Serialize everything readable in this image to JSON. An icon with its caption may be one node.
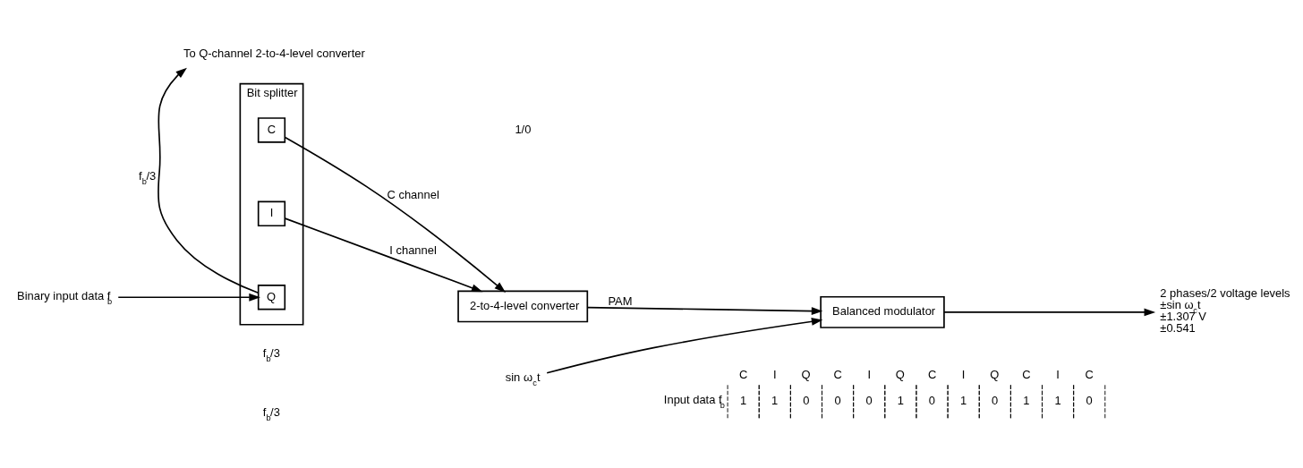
{
  "diagram": {
    "nodes": [
      {
        "text": [
          "Binary input data f$_{b}$"
        ]
      },
      {
        "text": [
          "Bit splitter"
        ]
      },
      {
        "text": [
          "Q"
        ],
        "in": 1
      },
      {
        "text": [
          "I"
        ],
        "in": 1
      },
      {
        "text": [
          "C"
        ],
        "in": 1
      },
      {
        "text": [
          "2-to-4-level converter"
        ]
      },
      {
        "text": [
          "Balanced modulator"
        ]
      },
      {
        "text": [
          "2 phases/2 voltage levels",
          "±sin ω$_{c}$t",
          "±1.307 V",
          "±0.541"
        ]
      },
      {
        "text": [
          "sin ω$_{c}$t"
        ]
      },
      {
        "text": [
          "To Q-channel 2-to-4-level converter"
        ]
      }
    ],
    "edges": [
      {
        "from": 0,
        "to": 2,
        "arrow": "to"
      },
      {
        "from": 3,
        "to": 5,
        "arrow": "to",
        "label": "I channel"
      },
      {
        "from": 4,
        "to": 5,
        "arrow": "to",
        "label": "C channel"
      },
      {
        "from": 5,
        "to": 6,
        "arrow": "to",
        "label": "PAM"
      },
      {
        "from": 6,
        "to": 7,
        "arrow": "to"
      },
      {
        "from": 8,
        "to": 6,
        "arrow": "to"
      },
      {
        "from": 2,
        "to": 9,
        "arrow": "to",
        "label": "f$_{b}$/3"
      }
    ],
    "labels": [
      "f$_{b}$/3",
      "1/0",
      "f$_{b}$/3",
      "C",
      "I",
      "Q",
      "C",
      "I",
      "Q",
      "C",
      "I",
      "Q",
      "C",
      "I",
      "C",
      "Input data f$_{b}$",
      "1",
      "1",
      "0",
      "0",
      "0",
      "1",
      "0",
      "1",
      "0",
      "1",
      "1",
      "0"
    ]
  }
}
